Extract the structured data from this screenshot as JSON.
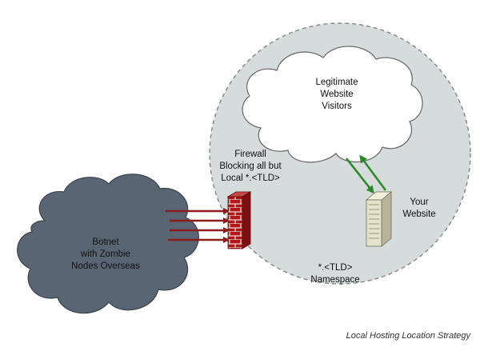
{
  "labels": {
    "visitors": [
      "Legitimate",
      "Website",
      "Visitors"
    ],
    "firewall": [
      "Firewall",
      "Blocking all but",
      "Local *.<TLD>"
    ],
    "website": [
      "Your",
      "Website"
    ],
    "botnet": [
      "Botnet",
      "with Zombie",
      "Nodes Overseas"
    ],
    "namespace": [
      "*.<TLD>",
      "Namespace"
    ]
  },
  "caption": "Local Hosting Location Strategy",
  "colors": {
    "namespace_fill": "#d5dcdb",
    "namespace_border": "#8a8a8a",
    "cloud_white": "#ffffff",
    "cloud_outline": "#666666",
    "botnet_cloud": "#5a6573",
    "firewall_brick": "#b01818",
    "attack_arrow": "#8a1c1c",
    "traffic_arrow": "#2c8a2c",
    "server_body": "#e4e2c8"
  },
  "icons": {
    "firewall": "brick-wall-icon",
    "server": "server-tower-icon"
  }
}
